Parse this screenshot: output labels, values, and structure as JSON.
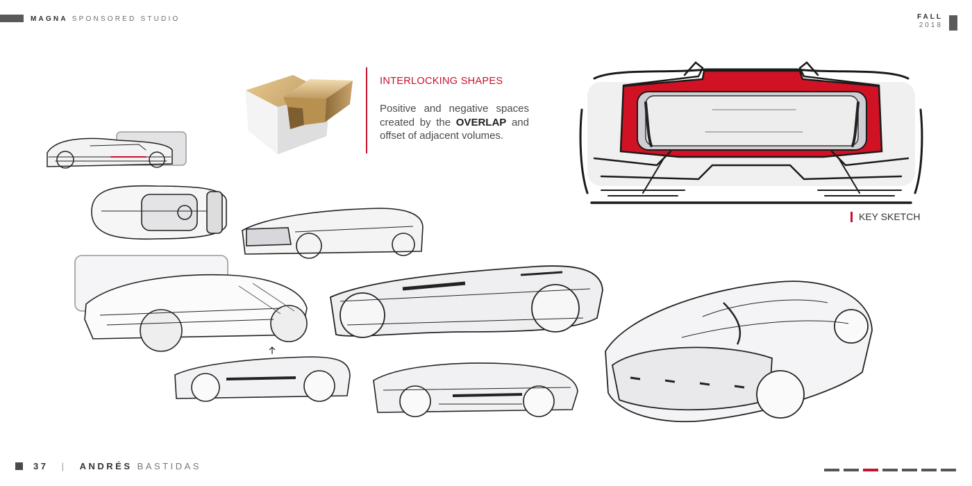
{
  "header": {
    "brand": "MAGNA",
    "program": "SPONSORED STUDIO",
    "season": "FALL",
    "year": "2018"
  },
  "concept": {
    "title": "INTERLOCKING SHAPES",
    "body_pre": "Positive and negative spaces created by the ",
    "body_emph": "OVERLAP",
    "body_post": " and offset of adjacent volumes."
  },
  "key_sketch": {
    "label": "KEY SKETCH"
  },
  "footer": {
    "page_number": "37",
    "separator": "|",
    "first_name": "ANDRÉS",
    "last_name": "BASTIDAS"
  },
  "pager": {
    "total": 7,
    "active_index": 2
  },
  "colors": {
    "accent": "#c8102e",
    "dark": "#3a3a3a",
    "bar": "#555555"
  }
}
